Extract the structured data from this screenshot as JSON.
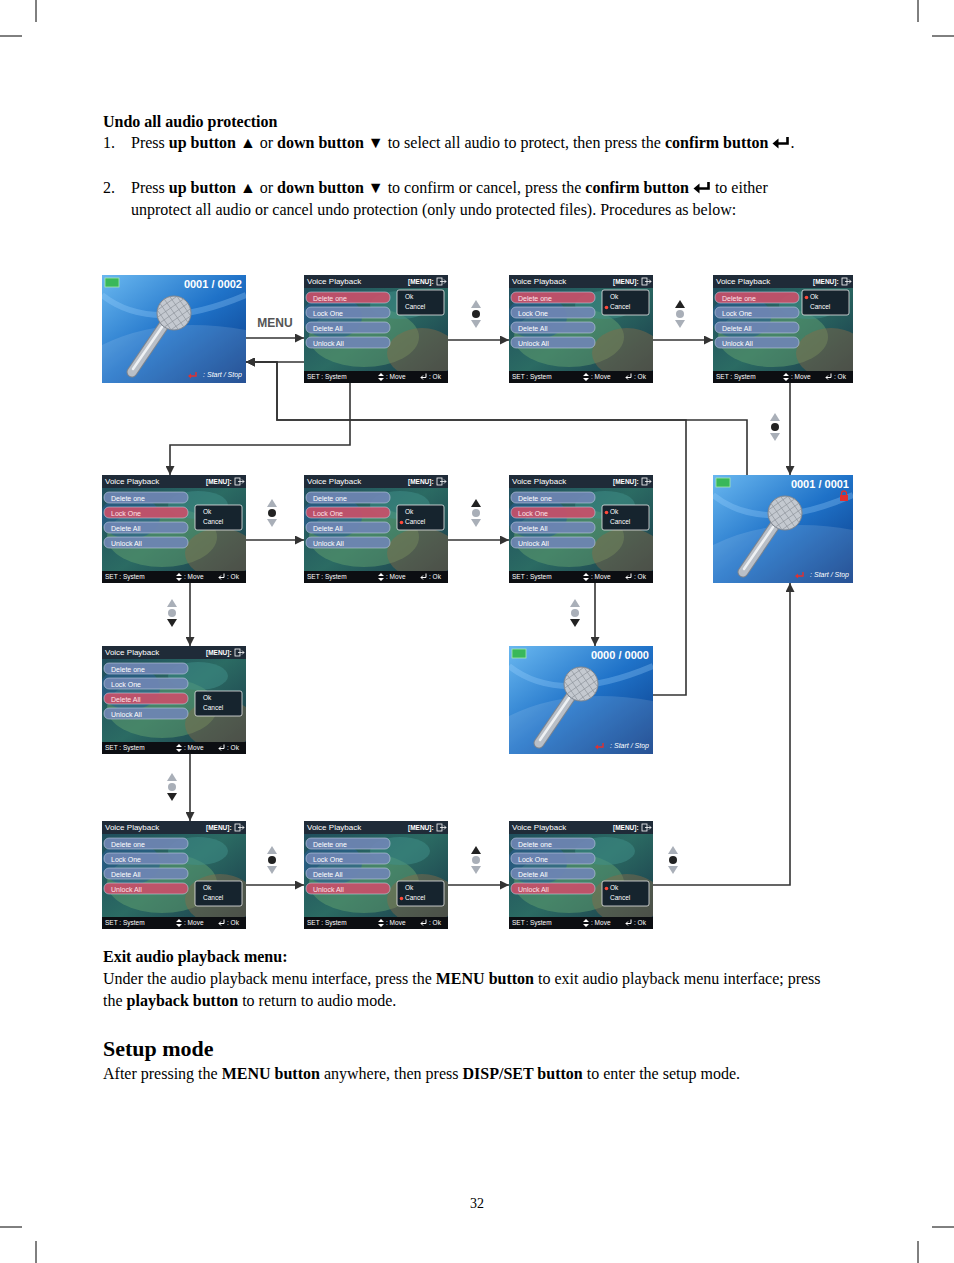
{
  "diagram": {
    "title": "Undo all audio protection",
    "nodes": [
      {
        "text": [
          "0001 / 0002",
          ": Start / Stop"
        ]
      },
      {
        "text": [
          "Voice Playback",
          "[MENU]:",
          "Delete one",
          "Lock One",
          "Delete All",
          "Unlock All",
          "Ok",
          "Cancel",
          "SET : System",
          ": Move",
          ": Ok"
        ]
      },
      {
        "text": [
          "Voice Playback",
          "[MENU]:",
          "Delete one",
          "Lock One",
          "Delete All",
          "Unlock All",
          "Ok",
          "Cancel",
          "SET : System",
          ": Move",
          ": Ok"
        ]
      },
      {
        "text": [
          "Voice Playback",
          "[MENU]:",
          "Delete one",
          "Lock One",
          "Delete All",
          "Unlock All",
          "Ok",
          "Cancel",
          "SET : System",
          ": Move",
          ": Ok"
        ]
      },
      {
        "text": [
          "Voice Playback",
          "[MENU]:",
          "Delete one",
          "Lock One",
          "Delete All",
          "Unlock All",
          "Ok",
          "Cancel",
          "SET : System",
          ": Move",
          ": Ok"
        ]
      },
      {
        "text": [
          "Voice Playback",
          "[MENU]:",
          "Delete one",
          "Lock One",
          "Delete All",
          "Unlock All",
          "Ok",
          "Cancel",
          "SET : System",
          ": Move",
          ": Ok"
        ]
      },
      {
        "text": [
          "Voice Playback",
          "[MENU]:",
          "Delete one",
          "Lock One",
          "Delete All",
          "Unlock All",
          "Ok",
          "Cancel",
          "SET : System",
          ": Move",
          ": Ok"
        ]
      },
      {
        "text": [
          "0001 / 0001",
          ": Start / Stop"
        ]
      },
      {
        "text": [
          "Voice Playback",
          "[MENU]:",
          "Delete one",
          "Lock One",
          "Delete All",
          "Unlock All",
          "Ok",
          "Cancel",
          "SET : System",
          ": Move",
          ": Ok"
        ]
      },
      {
        "text": [
          "0000 / 0000",
          ": Start / Stop"
        ]
      },
      {
        "text": [
          "Voice Playback",
          "[MENU]:",
          "Delete one",
          "Lock One",
          "Delete All",
          "Unlock All",
          "Ok",
          "Cancel",
          "SET : System",
          ": Move",
          ": Ok"
        ]
      },
      {
        "text": [
          "Voice Playback",
          "[MENU]:",
          "Delete one",
          "Lock One",
          "Delete All",
          "Unlock All",
          "Ok",
          "Cancel",
          "SET : System",
          ": Move",
          ": Ok"
        ]
      },
      {
        "text": [
          "Voice Playback",
          "[MENU]:",
          "Delete one",
          "Lock One",
          "Delete All",
          "Unlock All",
          "Ok",
          "Cancel",
          "SET : System",
          ": Move",
          ": Ok"
        ]
      }
    ],
    "edges": [
      {
        "from": 0,
        "to": 1,
        "label": "MENU",
        "arrow": "to"
      },
      {
        "from": 1,
        "to": 0,
        "arrow": "to"
      },
      {
        "from": 1,
        "to": 2,
        "arrow": "to"
      },
      {
        "from": 2,
        "to": 3,
        "arrow": "to"
      },
      {
        "from": 1,
        "to": 4,
        "arrow": "to"
      },
      {
        "from": 3,
        "to": 7,
        "arrow": "to"
      },
      {
        "from": 7,
        "to": 0,
        "arrow": "to"
      },
      {
        "from": 4,
        "to": 5,
        "arrow": "to"
      },
      {
        "from": 5,
        "to": 6,
        "arrow": "to"
      },
      {
        "from": 4,
        "to": 8,
        "arrow": "to"
      },
      {
        "from": 6,
        "to": 9,
        "arrow": "to"
      },
      {
        "from": 9,
        "to": 0,
        "arrow": "to"
      },
      {
        "from": 8,
        "to": 10,
        "arrow": "to"
      },
      {
        "from": 10,
        "to": 11,
        "arrow": "to"
      },
      {
        "from": 11,
        "to": 12,
        "arrow": "to"
      },
      {
        "from": 12,
        "to": 7,
        "arrow": "to"
      }
    ],
    "labels": [
      "1.",
      "Press ",
      "up button ▲",
      " or ",
      "down button ▼",
      " to select all audio to protect, then press the ",
      "confirm button",
      ".",
      "2.",
      "Press ",
      "up button ▲",
      " or ",
      "down button ▼",
      " to confirm or cancel, press the ",
      "confirm button",
      " to either unprotect all audio or cancel undo protection (only undo protected files). Procedures as below:",
      "Exit audio playback menu:",
      "Under the audio playback menu interface, press the ",
      "MENU button",
      " to exit audio playback menu interface; press the ",
      "playback button",
      " to return to audio mode.",
      "Setup mode",
      "After pressing the ",
      "MENU button",
      " anywhere, then press ",
      "DISP/SET button",
      " to enter the setup mode.",
      "32"
    ]
  }
}
